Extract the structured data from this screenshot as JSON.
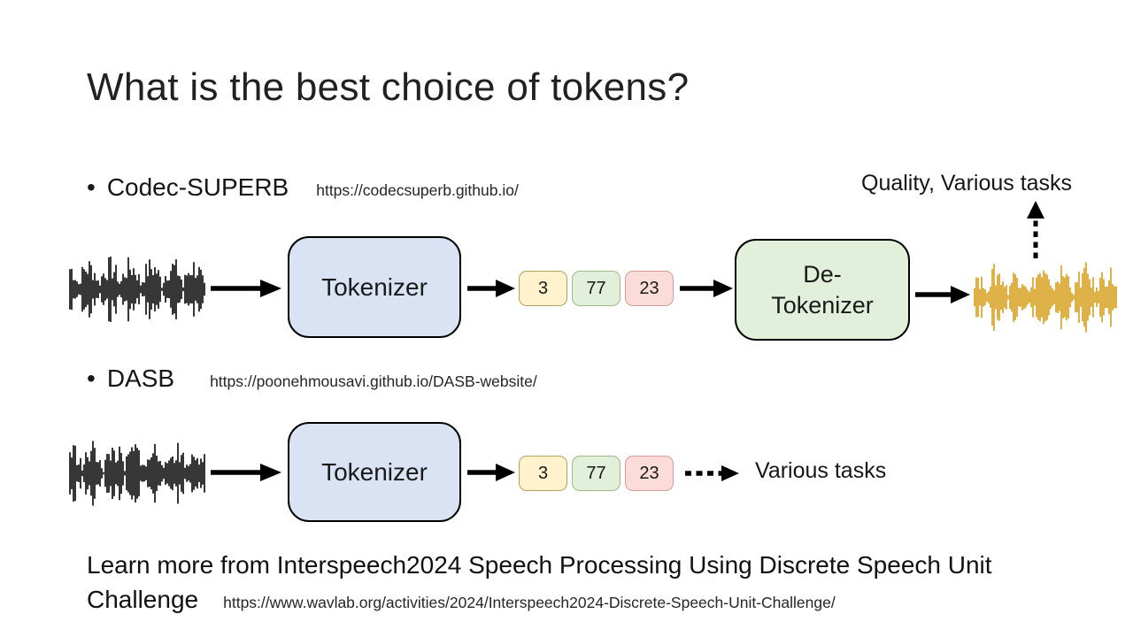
{
  "title": "What is the best choice of tokens?",
  "bullet_char": "•",
  "codec_superb": {
    "bullet_label": "Codec-SUPERB",
    "url": "https://codecsuperb.github.io/",
    "quality_label": "Quality, Various tasks",
    "tokenizer_label": "Tokenizer",
    "detokenizer_line1": "De-",
    "detokenizer_line2": "Tokenizer",
    "tokens": [
      "3",
      "77",
      "23"
    ]
  },
  "dasb": {
    "bullet_label": "DASB",
    "url": "https://poonehmousavi.github.io/DASB-website/",
    "tokenizer_label": "Tokenizer",
    "tokens": [
      "3",
      "77",
      "23"
    ],
    "tasks_label": "Various tasks"
  },
  "footer": {
    "text": "Learn more from Interspeech2024 Speech Processing Using Discrete Speech Unit Challenge",
    "url": "https://www.wavlab.org/activities/2024/Interspeech2024-Discrete-Speech-Unit-Challenge/"
  },
  "colors": {
    "tokenizer_fill": "#dae3f3",
    "detokenizer_fill": "#e2efda",
    "token_yellow_fill": "#fff2cc",
    "token_green_fill": "#e2efda",
    "token_red_fill": "#fbdcd8",
    "waveform_input": "#141414",
    "waveform_output": "#d9a427"
  }
}
